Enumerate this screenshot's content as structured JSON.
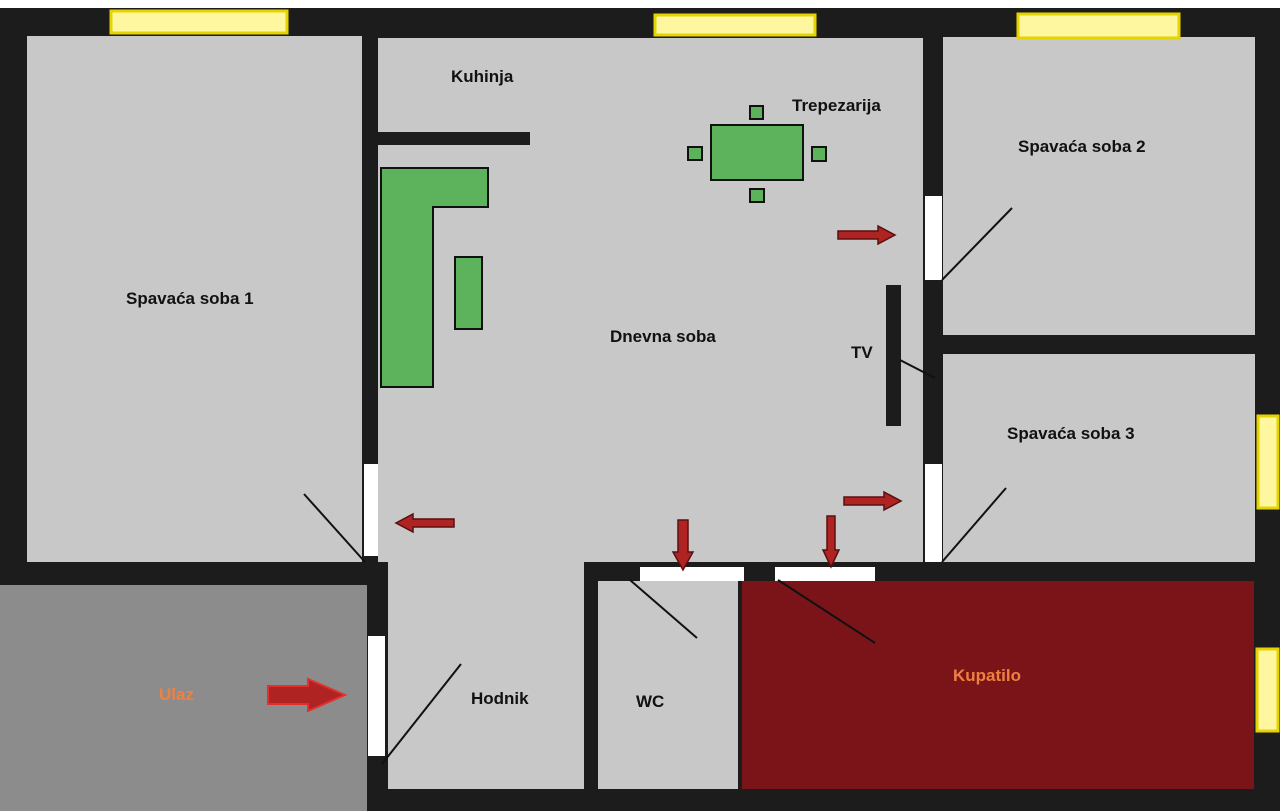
{
  "rooms": {
    "bedroom1": "Spavaća soba 1",
    "kitchen": "Kuhinja",
    "dining": "Trepezarija",
    "living": "Dnevna soba",
    "tv": "TV",
    "bedroom2": "Spavaća soba 2",
    "bedroom3": "Spavaća soba 3",
    "entrance": "Ulaz",
    "hallway": "Hodnik",
    "wc": "WC",
    "bathroom": "Kupatilo"
  },
  "colors": {
    "wall": "#1c1c1c",
    "floor": "#c8c8c8",
    "entrance_floor": "#8c8c8c",
    "bathroom_floor": "#7a1419",
    "furniture": "#5cb35c",
    "window": "#fff6a0",
    "arrow": "#b02323",
    "label": "#111111",
    "accent_label": "#f08040"
  }
}
